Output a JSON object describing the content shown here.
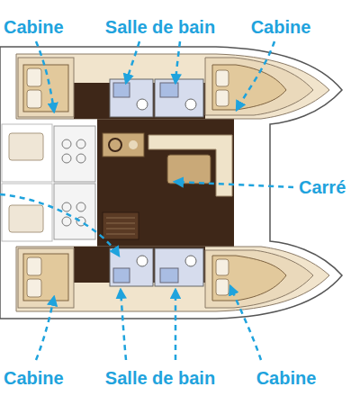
{
  "diagram": {
    "labels": [
      "Cabine",
      "Salle de bain",
      "Cabine",
      "Carré",
      "Cabine",
      "Salle de bain",
      "Cabine"
    ]
  }
}
